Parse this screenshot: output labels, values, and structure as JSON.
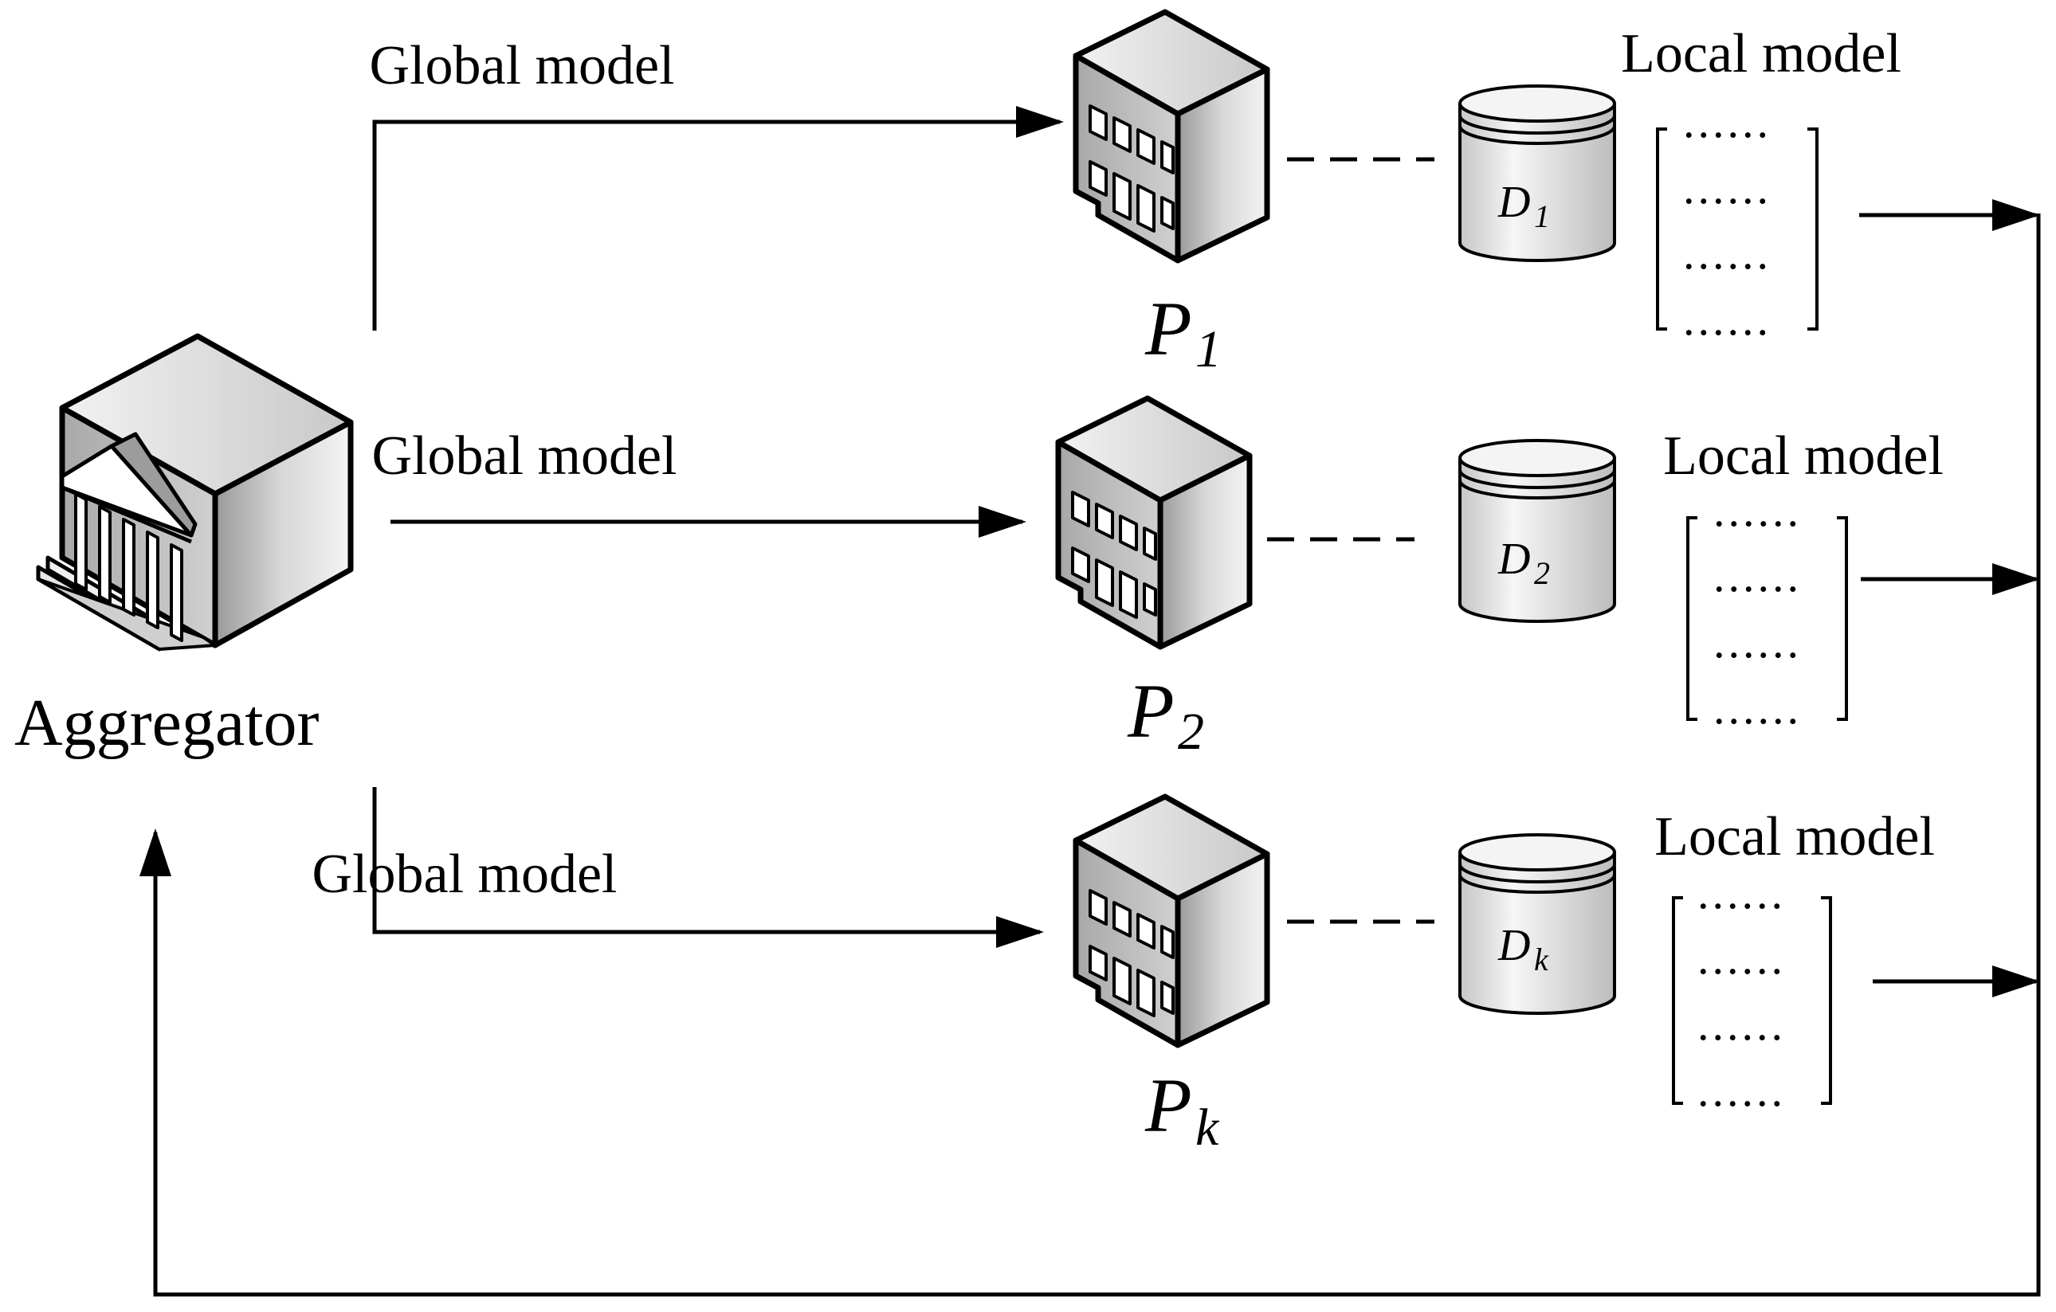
{
  "aggregator": {
    "label": "Aggregator"
  },
  "participants": [
    {
      "p_letter": "P",
      "p_sub": "1",
      "d_letter": "D",
      "d_sub": "1",
      "arrow_label": "Global model",
      "model_label": "Local model",
      "dots": "......"
    },
    {
      "p_letter": "P",
      "p_sub": "2",
      "d_letter": "D",
      "d_sub": "2",
      "arrow_label": "Global model",
      "model_label": "Local model",
      "dots": "......"
    },
    {
      "p_letter": "P",
      "p_sub": "k",
      "d_letter": "D",
      "d_sub": "k",
      "arrow_label": "Global model",
      "model_label": "Local model",
      "dots": "......"
    }
  ]
}
